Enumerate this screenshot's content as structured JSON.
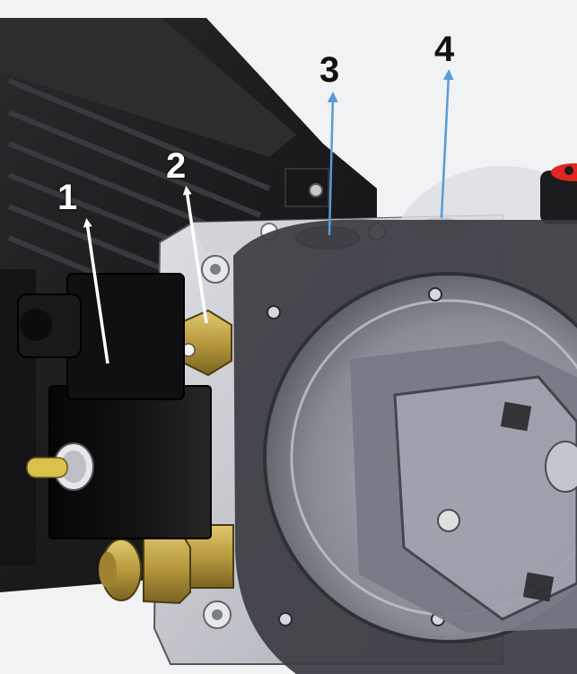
{
  "callouts": [
    {
      "label": "1"
    },
    {
      "label": "2"
    },
    {
      "label": "3"
    },
    {
      "label": "4"
    }
  ],
  "colors": {
    "background": "#f1f2f4",
    "motor_body": "#1f1f21",
    "housing_frame": "#c8c9cf",
    "transparent_cover": "#8f929c",
    "solenoid_coil": "#0d0d0d",
    "brass_fitting": "#b89a3e",
    "arrow_white": "#ffffff",
    "arrow_blue": "#5b9bd5",
    "cap_red": "#e0261d"
  },
  "icons": [
    "arrow-up-icon"
  ]
}
